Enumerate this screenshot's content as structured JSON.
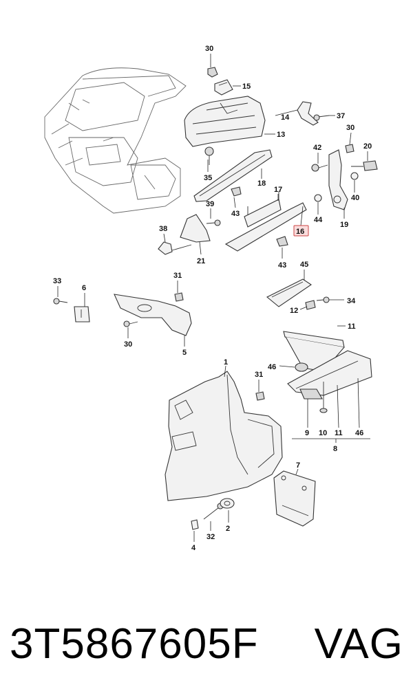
{
  "diagram": {
    "callouts": {
      "c30a": "30",
      "c15": "15",
      "c13": "13",
      "c14": "14",
      "c37": "37",
      "c30b": "30",
      "c42": "42",
      "c20": "20",
      "c35": "35",
      "c18": "18",
      "c17": "17",
      "c40": "40",
      "c39": "39",
      "c43a": "43",
      "c44": "44",
      "c16": "16",
      "c19": "19",
      "c38": "38",
      "c21": "21",
      "c43b": "43",
      "c45": "45",
      "c33": "33",
      "c6": "6",
      "c31a": "31",
      "c34": "34",
      "c12": "12",
      "c11a": "11",
      "c30c": "30",
      "c5": "5",
      "c1": "1",
      "c46a": "46",
      "c31b": "31",
      "c9": "9",
      "c10": "10",
      "c11b": "11",
      "c46b": "46",
      "c8": "8",
      "c7": "7",
      "c32": "32",
      "c2": "2",
      "c4": "4"
    },
    "highlighted_part": "16",
    "highlight_color": "#fadcdc"
  },
  "footer": {
    "part_number": "3T5867605F",
    "brand": "VAG"
  }
}
